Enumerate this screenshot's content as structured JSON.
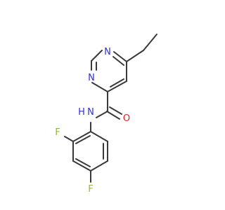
{
  "colors": {
    "bond": "#3a3a3a",
    "nitrogen": "#2f2fd6",
    "oxygen": "#e02020",
    "fluorine": "#8fbc2f",
    "background": "#ffffff"
  },
  "atoms": {
    "pyrimidine_n1": "N",
    "pyrimidine_n3": "N",
    "amide_n": "N",
    "amide_h": "H",
    "carbonyl_o": "O",
    "fluorine_ortho": "F",
    "fluorine_para": "F"
  }
}
